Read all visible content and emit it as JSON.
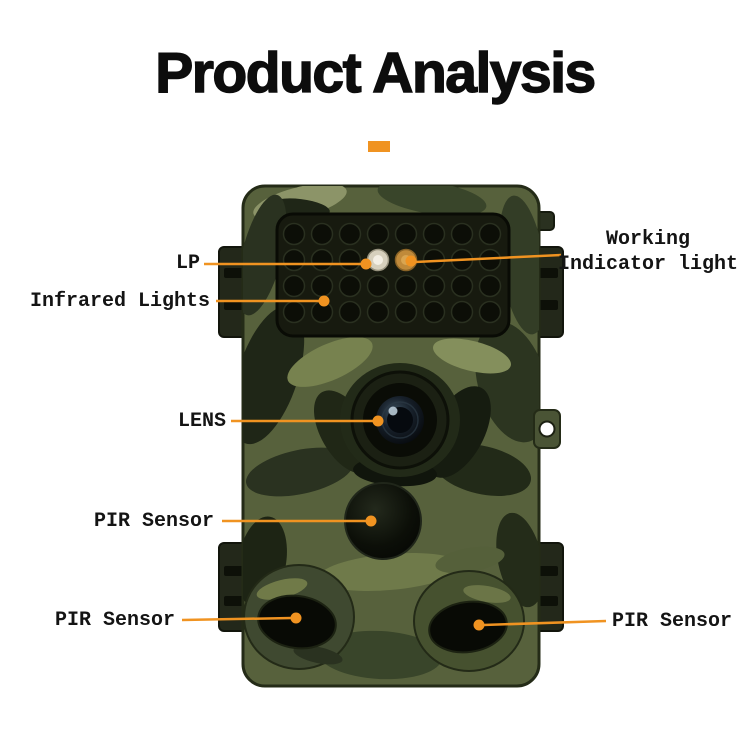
{
  "title": "Product Analysis",
  "colors": {
    "accent": "#F09321"
  },
  "labels": {
    "lp": "LP",
    "working_line1": "Working",
    "working_line2": "Indicator light",
    "infrared": "Infrared Lights",
    "lens": "LENS",
    "pir_center": "PIR Sensor",
    "pir_bottom_left": "PIR Sensor",
    "pir_bottom_right": "PIR Sensor"
  }
}
